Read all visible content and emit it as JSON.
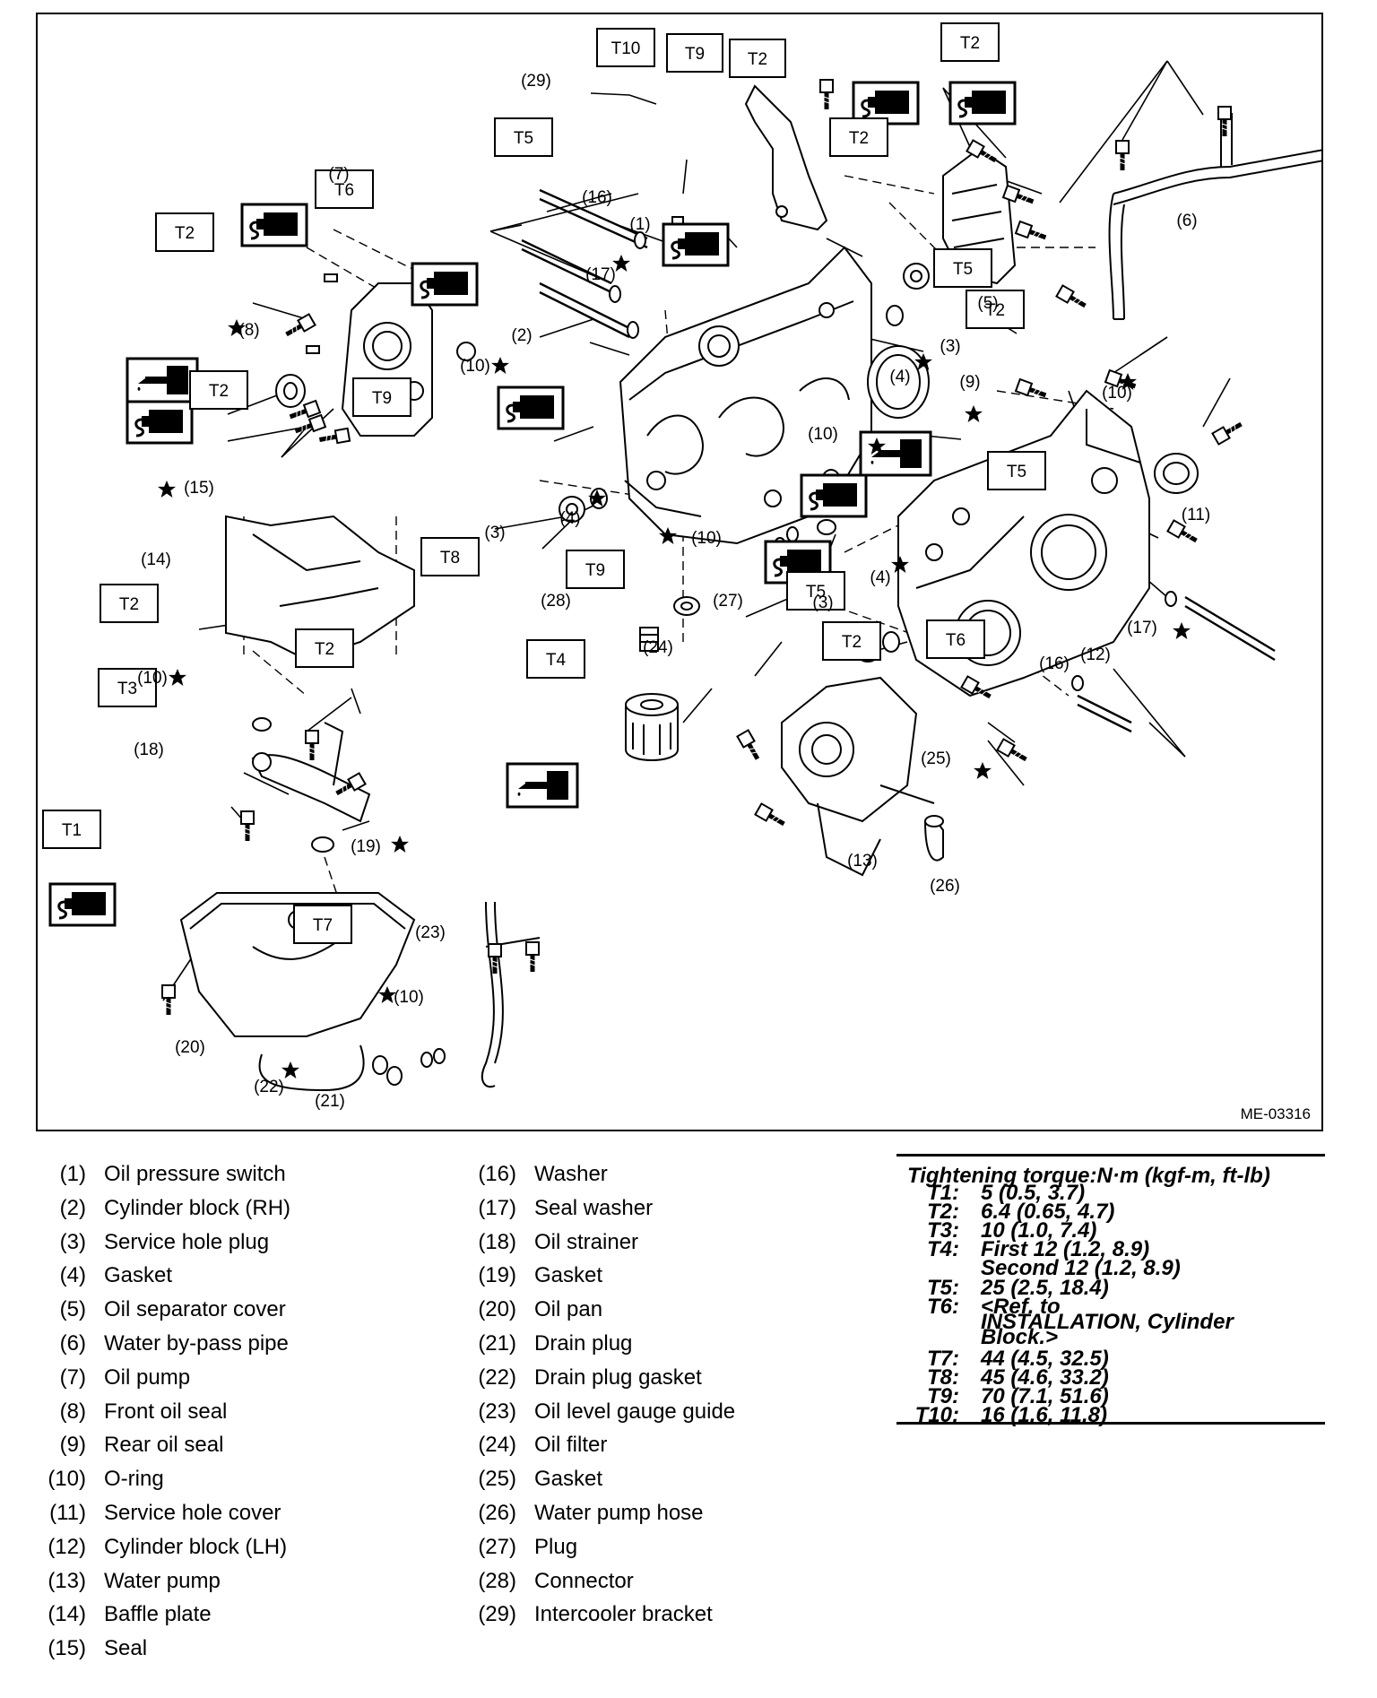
{
  "figure_code": "ME-03316",
  "torque_box_labels": [
    "T1",
    "T2",
    "T3",
    "T4",
    "T5",
    "T6",
    "T7",
    "T8",
    "T9",
    "T10"
  ],
  "callout_numbers": [
    "(1)",
    "(2)",
    "(3)",
    "(4)",
    "(5)",
    "(6)",
    "(7)",
    "(8)",
    "(9)",
    "(10)",
    "(11)",
    "(12)",
    "(13)",
    "(14)",
    "(15)",
    "(16)",
    "(17)",
    "(18)",
    "(19)",
    "(20)",
    "(21)",
    "(22)",
    "(23)",
    "(24)",
    "(25)",
    "(26)",
    "(27)",
    "(28)",
    "(29)"
  ],
  "legend_left": [
    {
      "num": "(1)",
      "name": "Oil pressure switch"
    },
    {
      "num": "(2)",
      "name": "Cylinder block (RH)"
    },
    {
      "num": "(3)",
      "name": "Service hole plug"
    },
    {
      "num": "(4)",
      "name": "Gasket"
    },
    {
      "num": "(5)",
      "name": "Oil separator cover"
    },
    {
      "num": "(6)",
      "name": "Water by-pass pipe"
    },
    {
      "num": "(7)",
      "name": "Oil pump"
    },
    {
      "num": "(8)",
      "name": "Front oil seal"
    },
    {
      "num": "(9)",
      "name": "Rear oil seal"
    },
    {
      "num": "(10)",
      "name": "O-ring"
    },
    {
      "num": "(11)",
      "name": "Service hole cover"
    },
    {
      "num": "(12)",
      "name": "Cylinder block (LH)"
    },
    {
      "num": "(13)",
      "name": "Water pump"
    },
    {
      "num": "(14)",
      "name": "Baffle plate"
    },
    {
      "num": "(15)",
      "name": "Seal"
    }
  ],
  "legend_mid": [
    {
      "num": "(16)",
      "name": "Washer"
    },
    {
      "num": "(17)",
      "name": "Seal washer"
    },
    {
      "num": "(18)",
      "name": "Oil strainer"
    },
    {
      "num": "(19)",
      "name": "Gasket"
    },
    {
      "num": "(20)",
      "name": "Oil pan"
    },
    {
      "num": "(21)",
      "name": "Drain plug"
    },
    {
      "num": "(22)",
      "name": "Drain plug gasket"
    },
    {
      "num": "(23)",
      "name": "Oil level gauge guide"
    },
    {
      "num": "(24)",
      "name": "Oil filter"
    },
    {
      "num": "(25)",
      "name": "Gasket"
    },
    {
      "num": "(26)",
      "name": "Water pump hose"
    },
    {
      "num": "(27)",
      "name": "Plug"
    },
    {
      "num": "(28)",
      "name": "Connector"
    },
    {
      "num": "(29)",
      "name": "Intercooler bracket"
    }
  ],
  "torque": {
    "header": "Tightening torque:N·m (kgf-m, ft-lb)",
    "rows": [
      {
        "key": "T1:",
        "value": "5 (0.5, 3.7)"
      },
      {
        "key": "T2:",
        "value": "6.4 (0.65, 4.7)"
      },
      {
        "key": "T3:",
        "value": "10 (1.0, 7.4)"
      },
      {
        "key": "T4:",
        "value": "First 12 (1.2, 8.9)"
      },
      {
        "key": "",
        "value": "Second 12 (1.2, 8.9)"
      },
      {
        "key": "T5:",
        "value": "25 (2.5, 18.4)"
      },
      {
        "key": "T6:",
        "value": "<Ref. to"
      },
      {
        "key": "",
        "value": "INSTALLATION, Cylinder"
      },
      {
        "key": "",
        "value": "Block.>"
      },
      {
        "key": "T7:",
        "value": "44 (4.5, 32.5)"
      },
      {
        "key": "T8:",
        "value": "45 (4.6, 33.2)"
      },
      {
        "key": "T9:",
        "value": "70 (7.1, 51.6)"
      },
      {
        "key": "T10:",
        "value": "16 (1.6, 11.8)"
      }
    ]
  },
  "colors": {
    "ink": "#000000",
    "paper": "#ffffff",
    "shade": "#d9d9d9"
  },
  "icons": [
    "sealant-icon",
    "oil-can-icon",
    "star-icon"
  ]
}
